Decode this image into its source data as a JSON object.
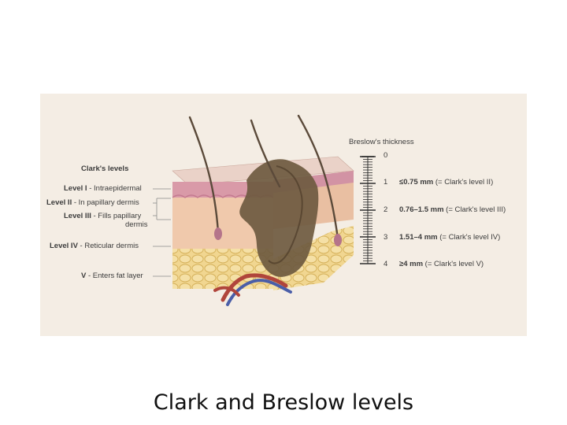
{
  "clark": {
    "title": "Clark's levels",
    "levels": [
      {
        "prefix": "Level I",
        "desc": " - Intraepidermal"
      },
      {
        "prefix": "Level II",
        "desc": " - In papillary dermis"
      },
      {
        "prefix": "Level III",
        "desc": " - Fills papillary",
        "desc2": "dermis"
      },
      {
        "prefix": "Level IV",
        "desc": " - Reticular dermis"
      },
      {
        "prefix": "V",
        "desc": " - Enters fat layer"
      }
    ]
  },
  "breslow": {
    "title": "Breslow's thickness",
    "ticks": [
      "0",
      "1",
      "2",
      "3",
      "4"
    ],
    "entries": [
      {
        "value": "≤0.75 mm",
        "note": " (= Clark's level II)"
      },
      {
        "value": "0.76–1.5 mm",
        "note": " (= Clark's level III)"
      },
      {
        "value": "1.51–4 mm",
        "note": " (= Clark's level IV)"
      },
      {
        "value": "≥4 mm",
        "note": " (= Clark's level V)"
      }
    ]
  },
  "caption": "Clark and Breslow levels",
  "colors": {
    "background": "#f4ede4",
    "epidermis": "#d99aa8",
    "dermis": "#f0c9ac",
    "fat": "#f1d690",
    "tumor": "#6e5a40",
    "hair": "#5b4a3a"
  },
  "icons": [
    "skin-cross-section-illustration",
    "breslow-ruler-icon"
  ]
}
